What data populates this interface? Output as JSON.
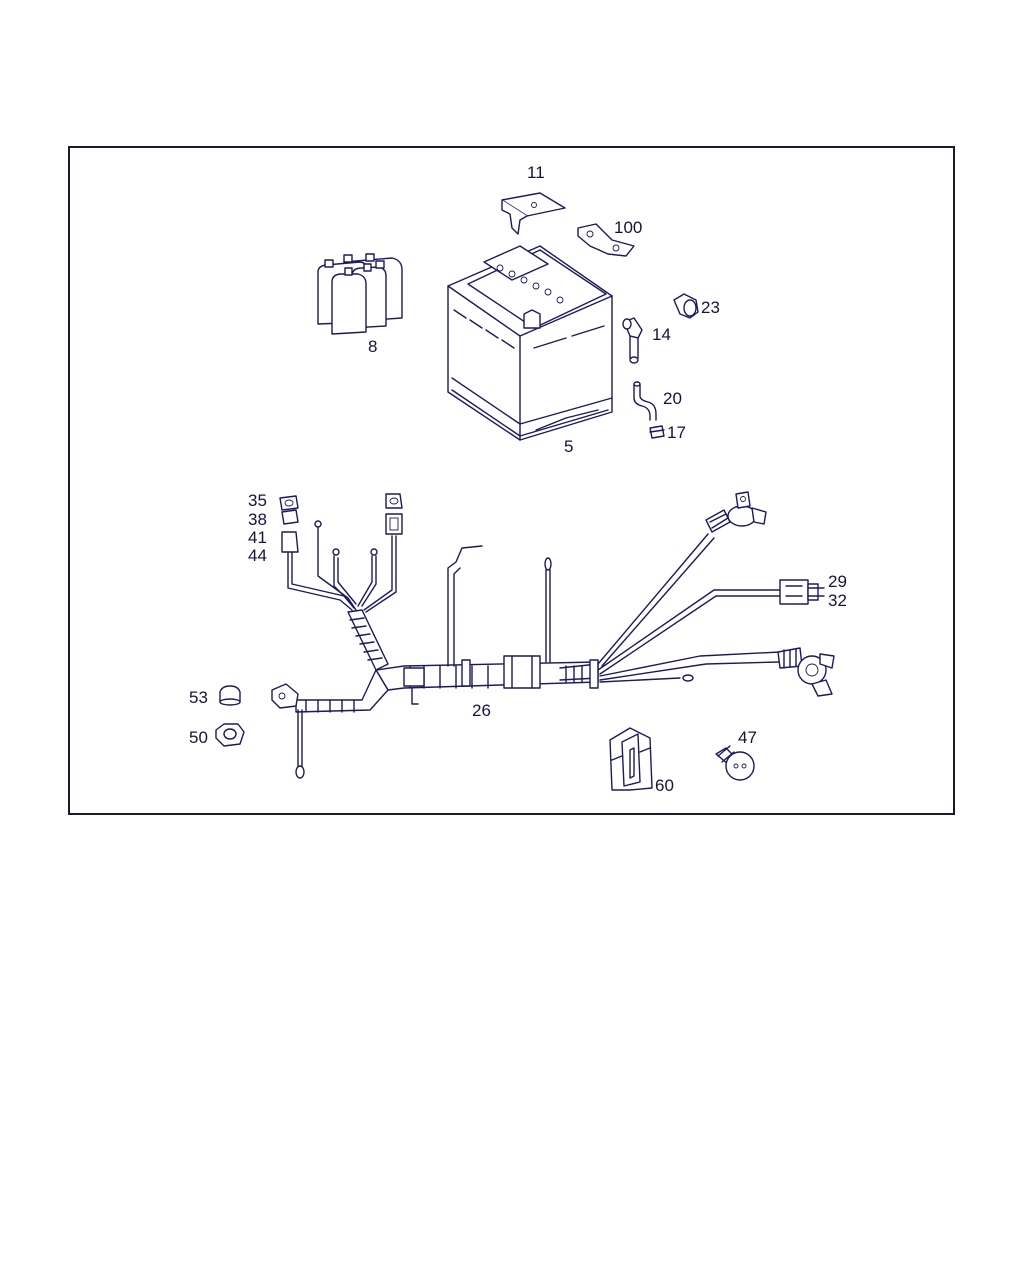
{
  "labels": {
    "p11": "11",
    "p100": "100",
    "p8": "8",
    "p23": "23",
    "p14": "14",
    "p20": "20",
    "p17": "17",
    "p5": "5",
    "p35": "35",
    "p38": "38",
    "p41": "41",
    "p44": "44",
    "p29": "29",
    "p32": "32",
    "p53": "53",
    "p50": "50",
    "p26": "26",
    "p47": "47",
    "p60": "60"
  },
  "colors": {
    "line": "#1a1a5e",
    "frame": "#1a1a2e",
    "text": "#14143a"
  }
}
